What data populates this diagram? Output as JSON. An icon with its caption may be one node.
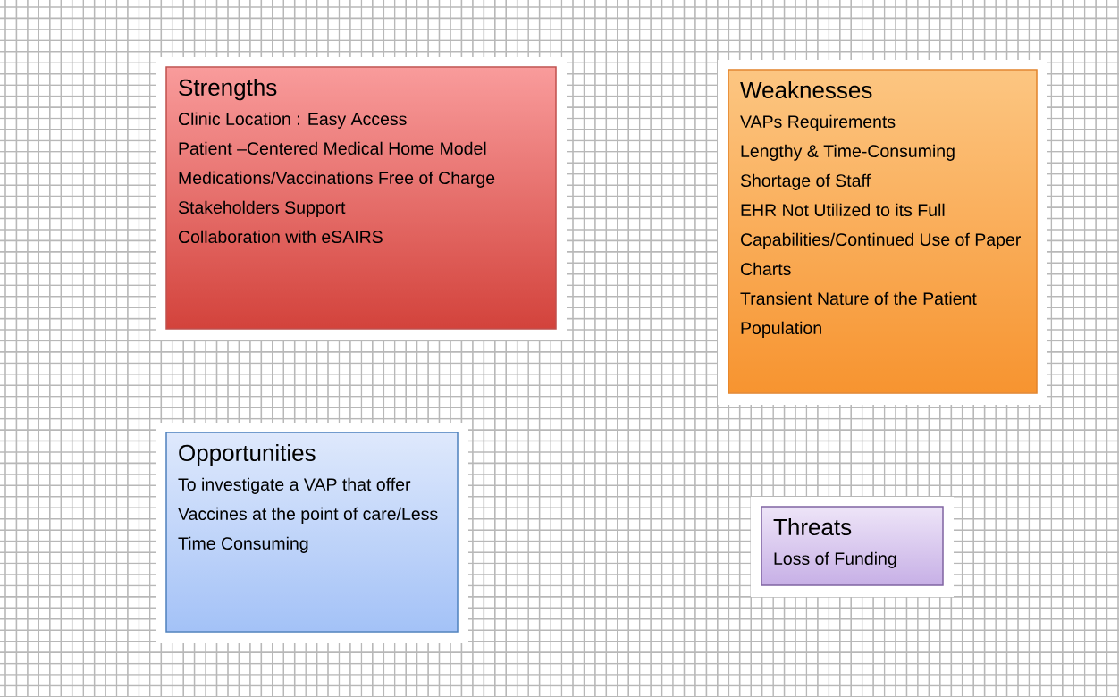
{
  "diagram": {
    "nodes": [
      {
        "text": [
          "Strengths",
          "Clinic Location : Easy Access",
          "Patient –Centered Medical Home Model",
          "Medications/Vaccinations Free of Charge",
          "Stakeholders Support",
          "Collaboration with eSAIRS"
        ]
      },
      {
        "text": [
          "Weaknesses",
          "VAPs Requirements",
          "Lengthy & Time-Consuming",
          "Shortage of Staff",
          "EHR Not Utilized to its Full Capabilities/Continued Use of Paper Charts",
          "Transient Nature of the Patient Population"
        ]
      },
      {
        "text": [
          "Opportunities",
          "To investigate a VAP that offer",
          "Vaccines at the point of care/Less",
          "Time Consuming"
        ]
      },
      {
        "text": [
          "Threats",
          "Loss of Funding"
        ]
      }
    ]
  }
}
